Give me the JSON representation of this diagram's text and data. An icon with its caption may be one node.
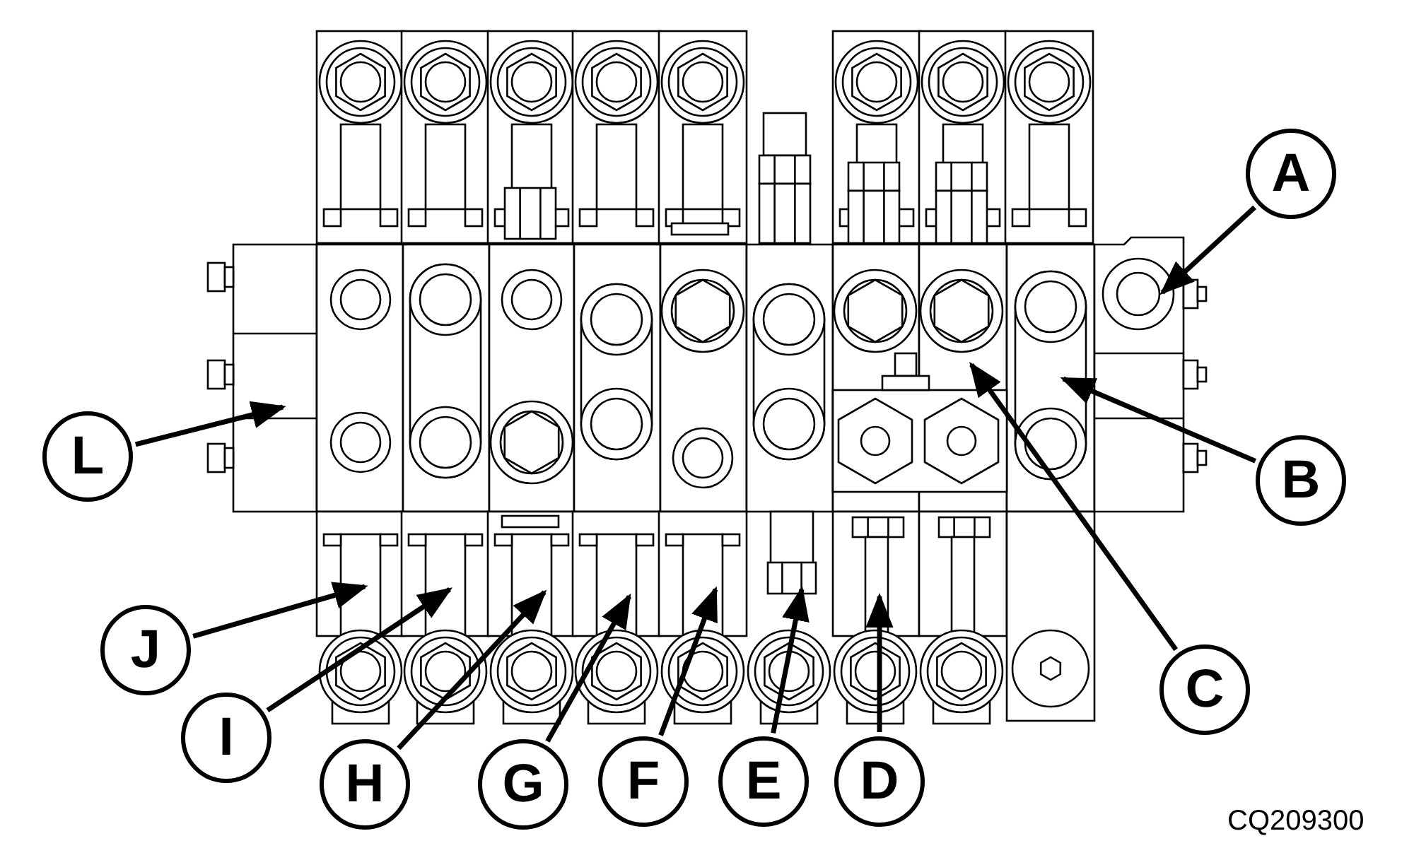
{
  "diagram": {
    "nodes": [
      {
        "text": [
          "A"
        ]
      },
      {
        "text": [
          "L"
        ]
      },
      {
        "text": [
          "B"
        ]
      },
      {
        "text": [
          "J"
        ]
      },
      {
        "text": [
          "C"
        ]
      },
      {
        "text": [
          "I"
        ]
      },
      {
        "text": [
          "H"
        ]
      },
      {
        "text": [
          "G"
        ]
      },
      {
        "text": [
          "F"
        ]
      },
      {
        "text": [
          "E"
        ]
      },
      {
        "text": [
          "D"
        ]
      }
    ],
    "edges": [
      {
        "from": 0,
        "to": null,
        "arrow": "to"
      },
      {
        "from": 1,
        "to": null,
        "arrow": "to"
      },
      {
        "from": 2,
        "to": null,
        "arrow": "to"
      },
      {
        "from": 3,
        "to": null,
        "arrow": "to"
      },
      {
        "from": 4,
        "to": null,
        "arrow": "to"
      },
      {
        "from": 5,
        "to": null,
        "arrow": "to"
      },
      {
        "from": 6,
        "to": null,
        "arrow": "to"
      },
      {
        "from": 7,
        "to": null,
        "arrow": "to"
      },
      {
        "from": 8,
        "to": null,
        "arrow": "to"
      },
      {
        "from": 9,
        "to": null,
        "arrow": "to"
      },
      {
        "from": 10,
        "to": null,
        "arrow": "to"
      }
    ],
    "labels": [
      "CQ209300"
    ]
  }
}
